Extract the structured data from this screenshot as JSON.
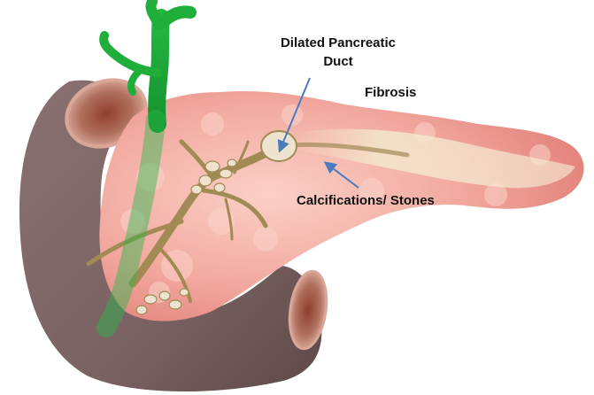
{
  "labels": {
    "dilated_duct_line1": "Dilated Pancreatic",
    "dilated_duct_line2": "Duct",
    "fibrosis": "Fibrosis",
    "calcifications": "Calcifications/ Stones"
  },
  "colors": {
    "duodenum": "#7d6464",
    "duodenum_inner": "#b67e72",
    "pancreas": "#f0a8a0",
    "pancreas_highlight": "#fbd8cf",
    "fibrosis": "#f1e4c8",
    "duct": "#a18a54",
    "stones": "#eee3cf",
    "bile_duct": "#1fae3a",
    "arrow": "#4a7bbf"
  }
}
